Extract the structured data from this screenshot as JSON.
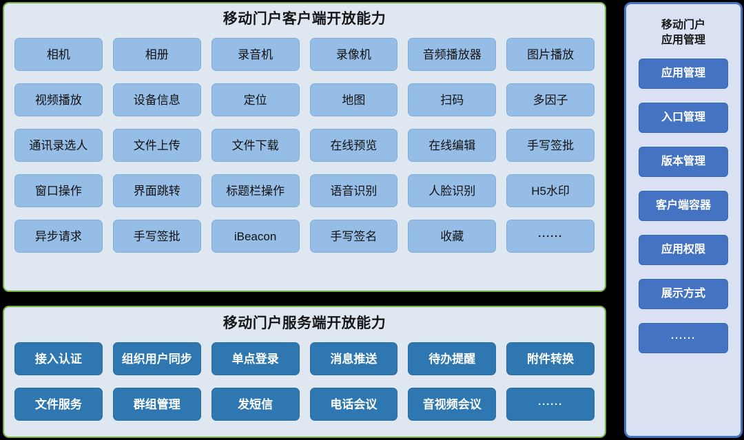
{
  "colors": {
    "background": "#000000",
    "panel_fill": "#dfe7f1",
    "panel_border_green": "#76b043",
    "client_cell": "#95bde6",
    "server_cell": "#2e77b0",
    "admin_panel_fill": "#d9e1f2",
    "admin_border": "#4573c4",
    "admin_button": "#4573c4"
  },
  "client_panel": {
    "title": "移动门户客户端开放能力",
    "capabilities": [
      "相机",
      "相册",
      "录音机",
      "录像机",
      "音频播放器",
      "图片播放",
      "视频播放",
      "设备信息",
      "定位",
      "地图",
      "扫码",
      "多因子",
      "通讯录选人",
      "文件上传",
      "文件下载",
      "在线预览",
      "在线编辑",
      "手写签批",
      "窗口操作",
      "界面跳转",
      "标题栏操作",
      "语音识别",
      "人脸识别",
      "H5水印",
      "异步请求",
      "手写签批",
      "iBeacon",
      "手写签名",
      "收藏",
      "……"
    ]
  },
  "server_panel": {
    "title": "移动门户服务端开放能力",
    "capabilities": [
      "接入认证",
      "组织用户同步",
      "单点登录",
      "消息推送",
      "待办提醒",
      "附件转换",
      "文件服务",
      "群组管理",
      "发短信",
      "电话会议",
      "音视频会议",
      "……"
    ]
  },
  "admin_panel": {
    "title_line1": "移动门户",
    "title_line2": "应用管理",
    "items": [
      "应用管理",
      "入口管理",
      "版本管理",
      "客户端容器",
      "应用权限",
      "展示方式",
      "……"
    ]
  }
}
